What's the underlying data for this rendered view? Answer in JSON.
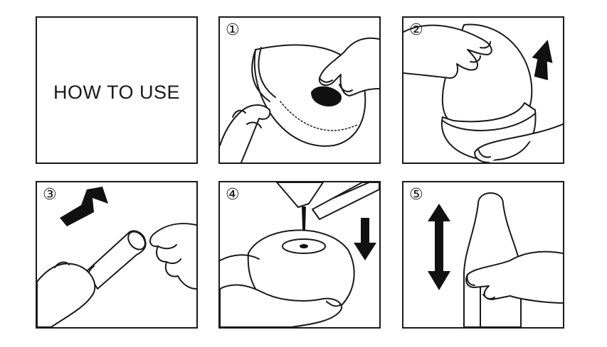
{
  "title": "HOW TO USE",
  "steps": [
    {
      "label": "①"
    },
    {
      "label": "②"
    },
    {
      "label": "③"
    },
    {
      "label": "④"
    },
    {
      "label": "⑤"
    }
  ]
}
